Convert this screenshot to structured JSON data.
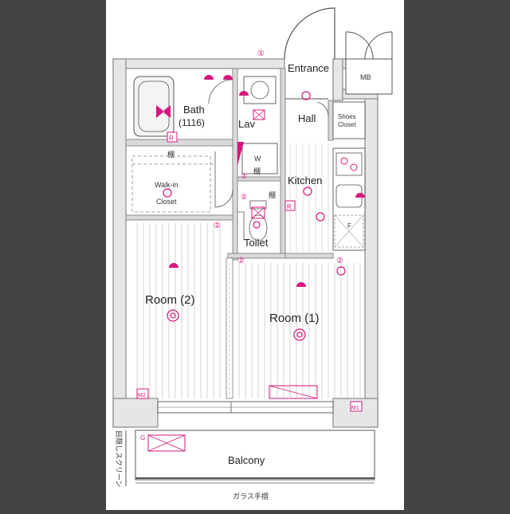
{
  "colors": {
    "frame_bg": "#444444",
    "sheet_bg": "#ffffff",
    "wall": "#8a8a8a",
    "wall_fill": "#e6e6e6",
    "line": "#555555",
    "accent": "#d6177e"
  },
  "labels": {
    "entrance": "Entrance",
    "mb": "MB",
    "bath": "Bath",
    "bath_size": "(1116)",
    "lav": "Lav",
    "hall": "Hall",
    "shoes_closet_1": "Shoes",
    "shoes_closet_2": "Closet",
    "kitchen": "Kitchen",
    "walk_in_1": "Walk-in",
    "walk_in_2": "Closet",
    "shelf_1": "棚",
    "shelf_2": "棚",
    "shelf_3": "棚",
    "washer": "W",
    "toilet": "Toilet",
    "room2": "Room (2)",
    "room1": "Room (1)",
    "balcony": "Balcony",
    "screen_note": "目隠しスクリーン",
    "glass_rail": "ガラス手摺",
    "tag_m1": "M1",
    "tag_m2": "M2",
    "tag_r1": "R",
    "tag_r2": "R",
    "tag_g": "G",
    "tag_f": "F",
    "circle_1": "①",
    "circle_2a": "②",
    "circle_2b": "②",
    "circle_2c": "②",
    "circle_2d": "②",
    "circle_2e": "②"
  },
  "icons": {
    "bath_tub": "bathtub-icon",
    "sink": "washbasin-icon",
    "toilet": "toilet-icon",
    "stove": "gas-stove-icon",
    "kitchen_sink": "kitchen-sink-icon",
    "light": "ceiling-light-icon",
    "fan": "ventilation-fan-icon",
    "outlet": "outlet-icon"
  }
}
